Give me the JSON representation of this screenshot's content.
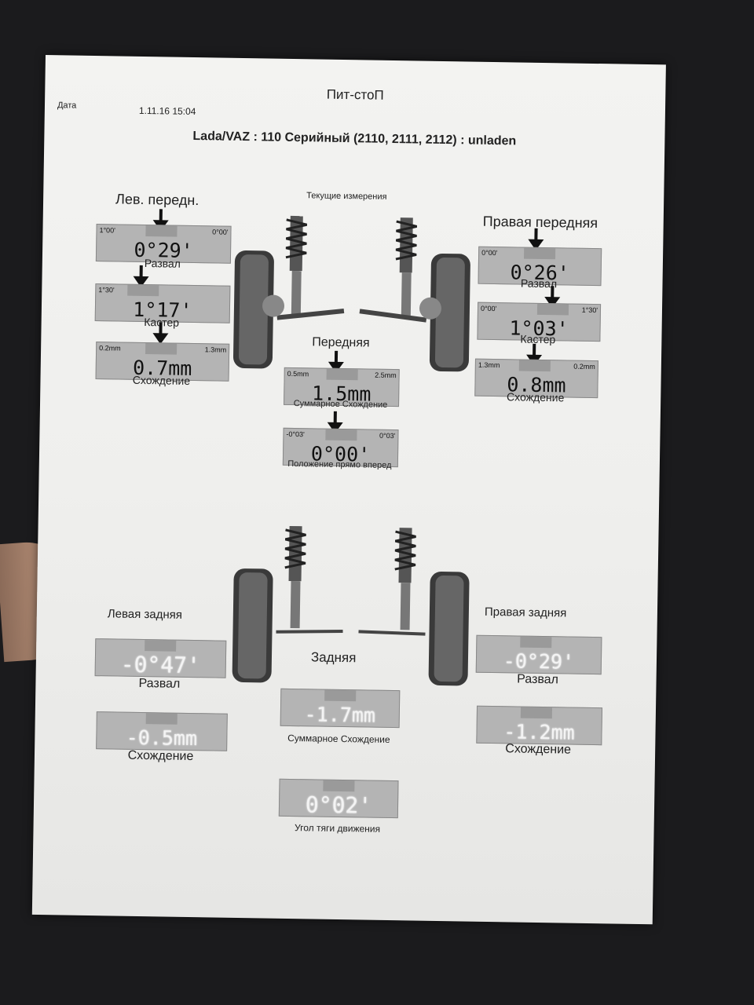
{
  "header": {
    "title": "Пит-стоП",
    "date_label": "Дата",
    "date_value": "1.11.16 15:04",
    "vehicle": "Lada/VAZ : 110 Серийный (2110, 2111, 2112) : unladen",
    "current_measurements": "Текущие измерения"
  },
  "front": {
    "axle_label": "Передняя",
    "left_title": "Лев. передн.",
    "right_title": "Правая передняя",
    "left": {
      "camber": {
        "label": "Развал",
        "value": "0°29'",
        "min": "1°00'",
        "max": "0°00'"
      },
      "caster": {
        "label": "Кастер",
        "value": "1°17'",
        "min": "1°30'"
      },
      "toe": {
        "label": "Схождение",
        "value": "0.7mm",
        "min": "0.2mm",
        "max": "1.3mm"
      }
    },
    "right": {
      "camber": {
        "label": "Развал",
        "value": "0°26'",
        "min": "0°00'"
      },
      "caster": {
        "label": "Кастер",
        "value": "1°03'",
        "min": "0°00'",
        "max": "1°30'"
      },
      "toe": {
        "label": "Схождение",
        "value": "0.8mm",
        "min": "1.3mm",
        "max": "0.2mm"
      }
    },
    "total_toe": {
      "label": "Суммарное Схождение",
      "value": "1.5mm",
      "min": "0.5mm",
      "max": "2.5mm"
    },
    "straight_ahead": {
      "label": "Положение прямо вперед",
      "value": "0°00'",
      "min": "-0°03'",
      "max": "0°03'"
    }
  },
  "rear": {
    "axle_label": "Задняя",
    "left_title": "Левая задняя",
    "right_title": "Правая задняя",
    "left": {
      "camber": {
        "label": "Развал",
        "value": "-0°47'"
      },
      "toe": {
        "label": "Схождение",
        "value": "-0.5mm"
      }
    },
    "right": {
      "camber": {
        "label": "Развал",
        "value": "-0°29'"
      },
      "toe": {
        "label": "Схождение",
        "value": "-1.2mm"
      }
    },
    "total_toe": {
      "label": "Суммарное Схождение",
      "value": "-1.7mm"
    },
    "thrust_angle": {
      "label": "Угол тяги движения",
      "value": "0°02'"
    }
  },
  "colors": {
    "meter": "#b4b4b4",
    "paper": "#efefed",
    "text": "#222222"
  }
}
